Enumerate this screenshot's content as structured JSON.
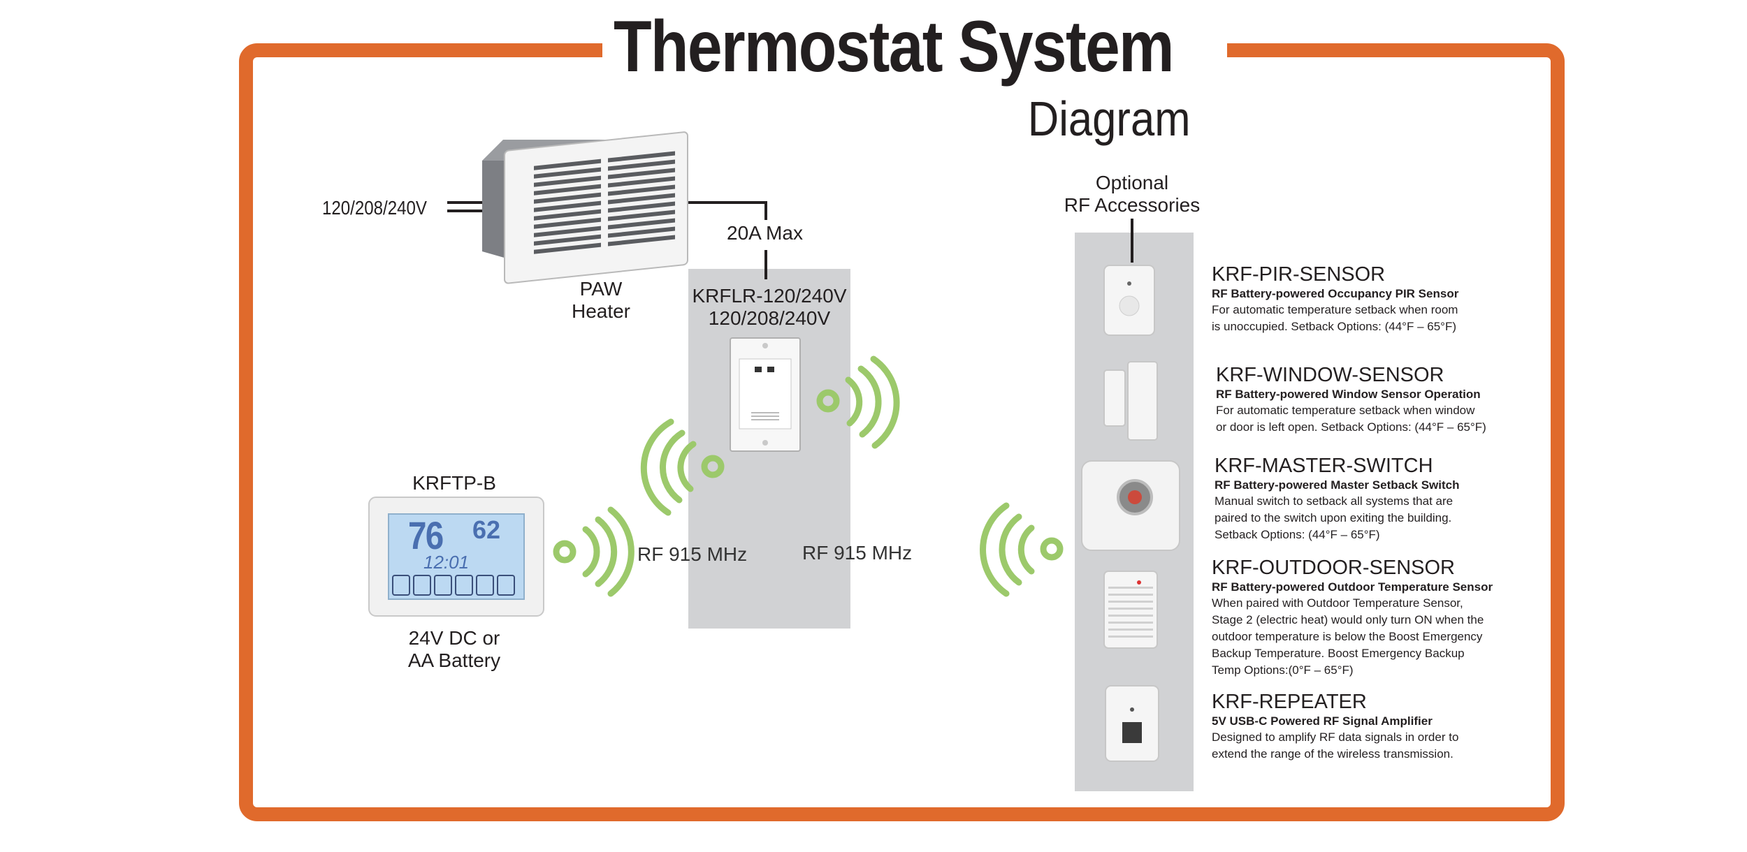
{
  "title": "Thermostat System",
  "subtitle": "Diagram",
  "heater": {
    "voltage_label": "120/208/240V",
    "name": "PAW\nHeater",
    "amp_label": "20A Max"
  },
  "relay": {
    "model": "KRFLR-120/240V",
    "voltage": "120/208/240V",
    "rf_left": "RF 915 MHz",
    "rf_right": "RF 915 MHz"
  },
  "thermostat": {
    "model": "KRFTP-B",
    "power": "24V DC or\nAA Battery",
    "display_temp": "76",
    "display_set": "62",
    "display_time": "12:01"
  },
  "accessories": {
    "header": "Optional\nRF Accessories",
    "items": [
      {
        "name": "KRF-PIR-SENSOR",
        "subtitle": "RF Battery-powered Occupancy PIR Sensor",
        "description": "For automatic temperature setback when room\nis unoccupied. Setback Options: (44°F – 65°F)"
      },
      {
        "name": "KRF-WINDOW-SENSOR",
        "subtitle": "RF Battery-powered Window Sensor Operation",
        "description": "For automatic temperature setback when window\nor door is left open. Setback Options: (44°F – 65°F)"
      },
      {
        "name": "KRF-MASTER-SWITCH",
        "subtitle": "RF Battery-powered Master Setback Switch",
        "description": "Manual switch to setback all systems that are\npaired to the switch upon exiting the building.\nSetback Options: (44°F – 65°F)"
      },
      {
        "name": "KRF-OUTDOOR-SENSOR",
        "subtitle": "RF Battery-powered Outdoor Temperature Sensor",
        "description": "When paired with Outdoor Temperature Sensor,\nStage 2 (electric heat) would only turn ON when the\noutdoor temperature is below the Boost Emergency\nBackup Temperature. Boost Emergency Backup\nTemp Options:(0°F – 65°F)"
      },
      {
        "name": "KRF-REPEATER",
        "subtitle": "5V USB-C Powered RF Signal Amplifier",
        "description": "Designed to amplify RF data signals in order to\nextend the range of the wireless transmission."
      }
    ]
  },
  "colors": {
    "frame": "#e06a2c",
    "panel": "#d1d2d4",
    "rf_wave": "#9cc96b",
    "text": "#231f20"
  }
}
